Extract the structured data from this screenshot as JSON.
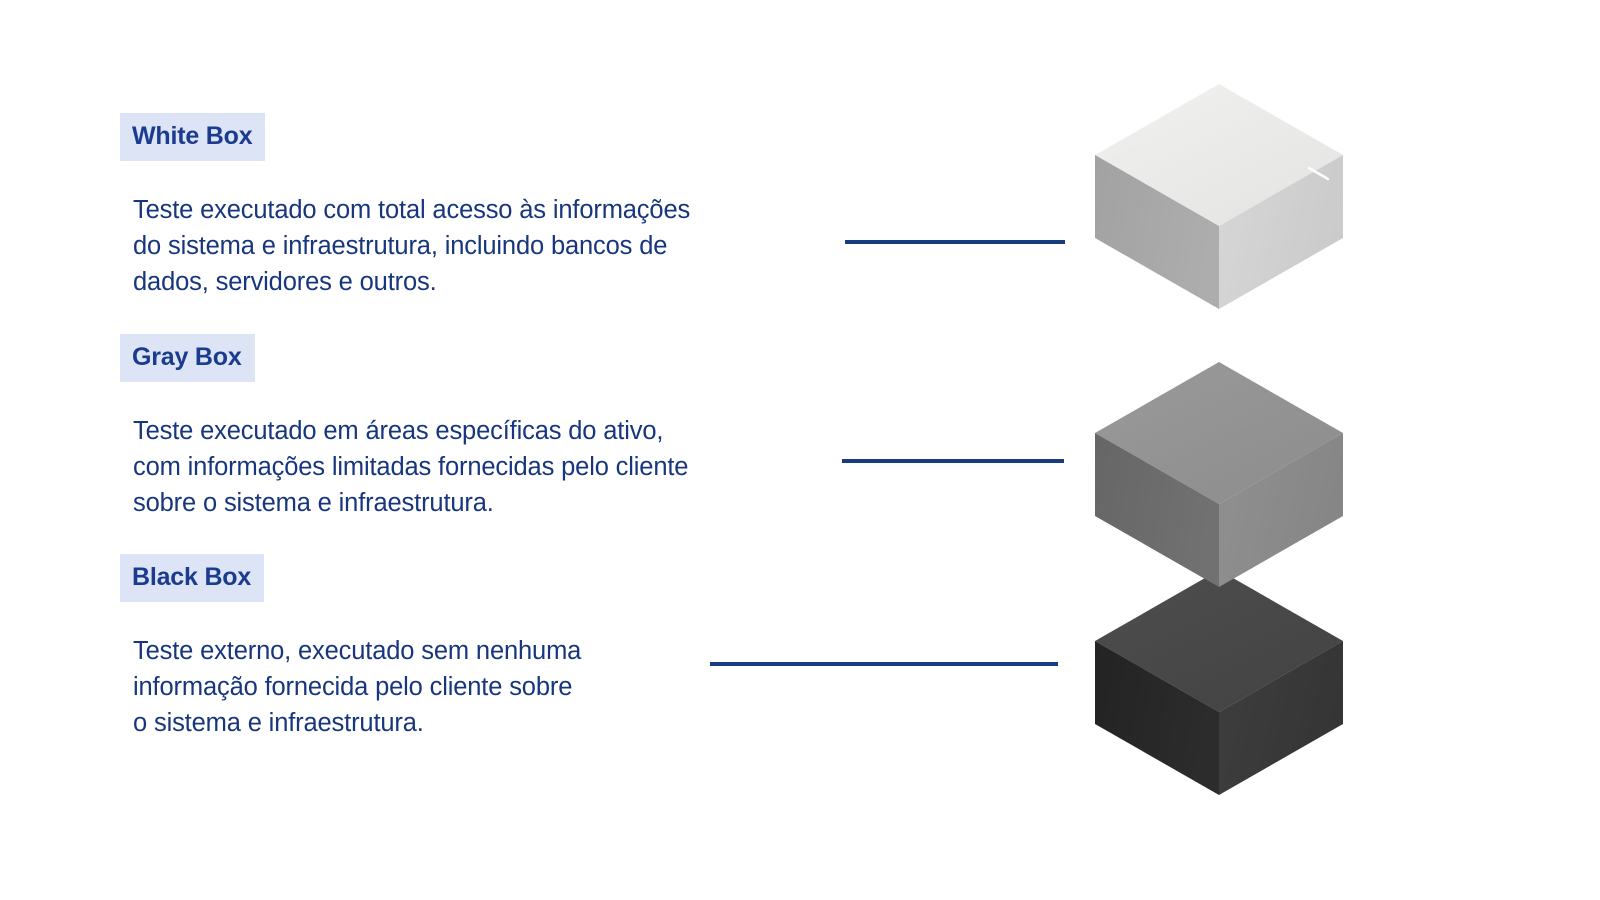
{
  "slide": {
    "background_color": "#ffffff",
    "accent_color": "#173c80",
    "chip_background_color": "#dce4f5",
    "chip_text_color": "#1b3c8e",
    "body_text_color": "#17367d"
  },
  "sections": [
    {
      "id": "white-box",
      "label": "White Box",
      "description": "Teste executado com total acesso às informações\ndo sistema e infraestrutura, incluindo bancos de\ndados, servidores e outros."
    },
    {
      "id": "gray-box",
      "label": "Gray Box",
      "description": "Teste executado em áreas específicas do ativo,\ncom informações limitadas fornecidas pelo cliente\nsobre o sistema e infraestrutura."
    },
    {
      "id": "black-box",
      "label": "Black Box",
      "description": "Teste externo, executado sem nenhuma\ninformação fornecida pelo cliente sobre\no sistema e infraestrutura."
    }
  ],
  "diagram": {
    "name": "isometric-cube-stack",
    "orientation": "vertical",
    "cubes": [
      {
        "id": "cube-white",
        "maps_to": "white-box",
        "top_face_color": "#ececeb",
        "left_face_color": "#a7a7a7",
        "right_face_color": "#d2d2d2"
      },
      {
        "id": "cube-gray",
        "maps_to": "gray-box",
        "top_face_color": "#949494",
        "left_face_color": "#6b6b6b",
        "right_face_color": "#8c8c8c"
      },
      {
        "id": "cube-black",
        "maps_to": "black-box",
        "top_face_color": "#494949",
        "left_face_color": "#272727",
        "right_face_color": "#3a3a3a"
      }
    ]
  },
  "connectors": [
    {
      "id": "connector-white",
      "maps_to": "white-box"
    },
    {
      "id": "connector-gray",
      "maps_to": "gray-box"
    },
    {
      "id": "connector-black",
      "maps_to": "black-box"
    }
  ]
}
